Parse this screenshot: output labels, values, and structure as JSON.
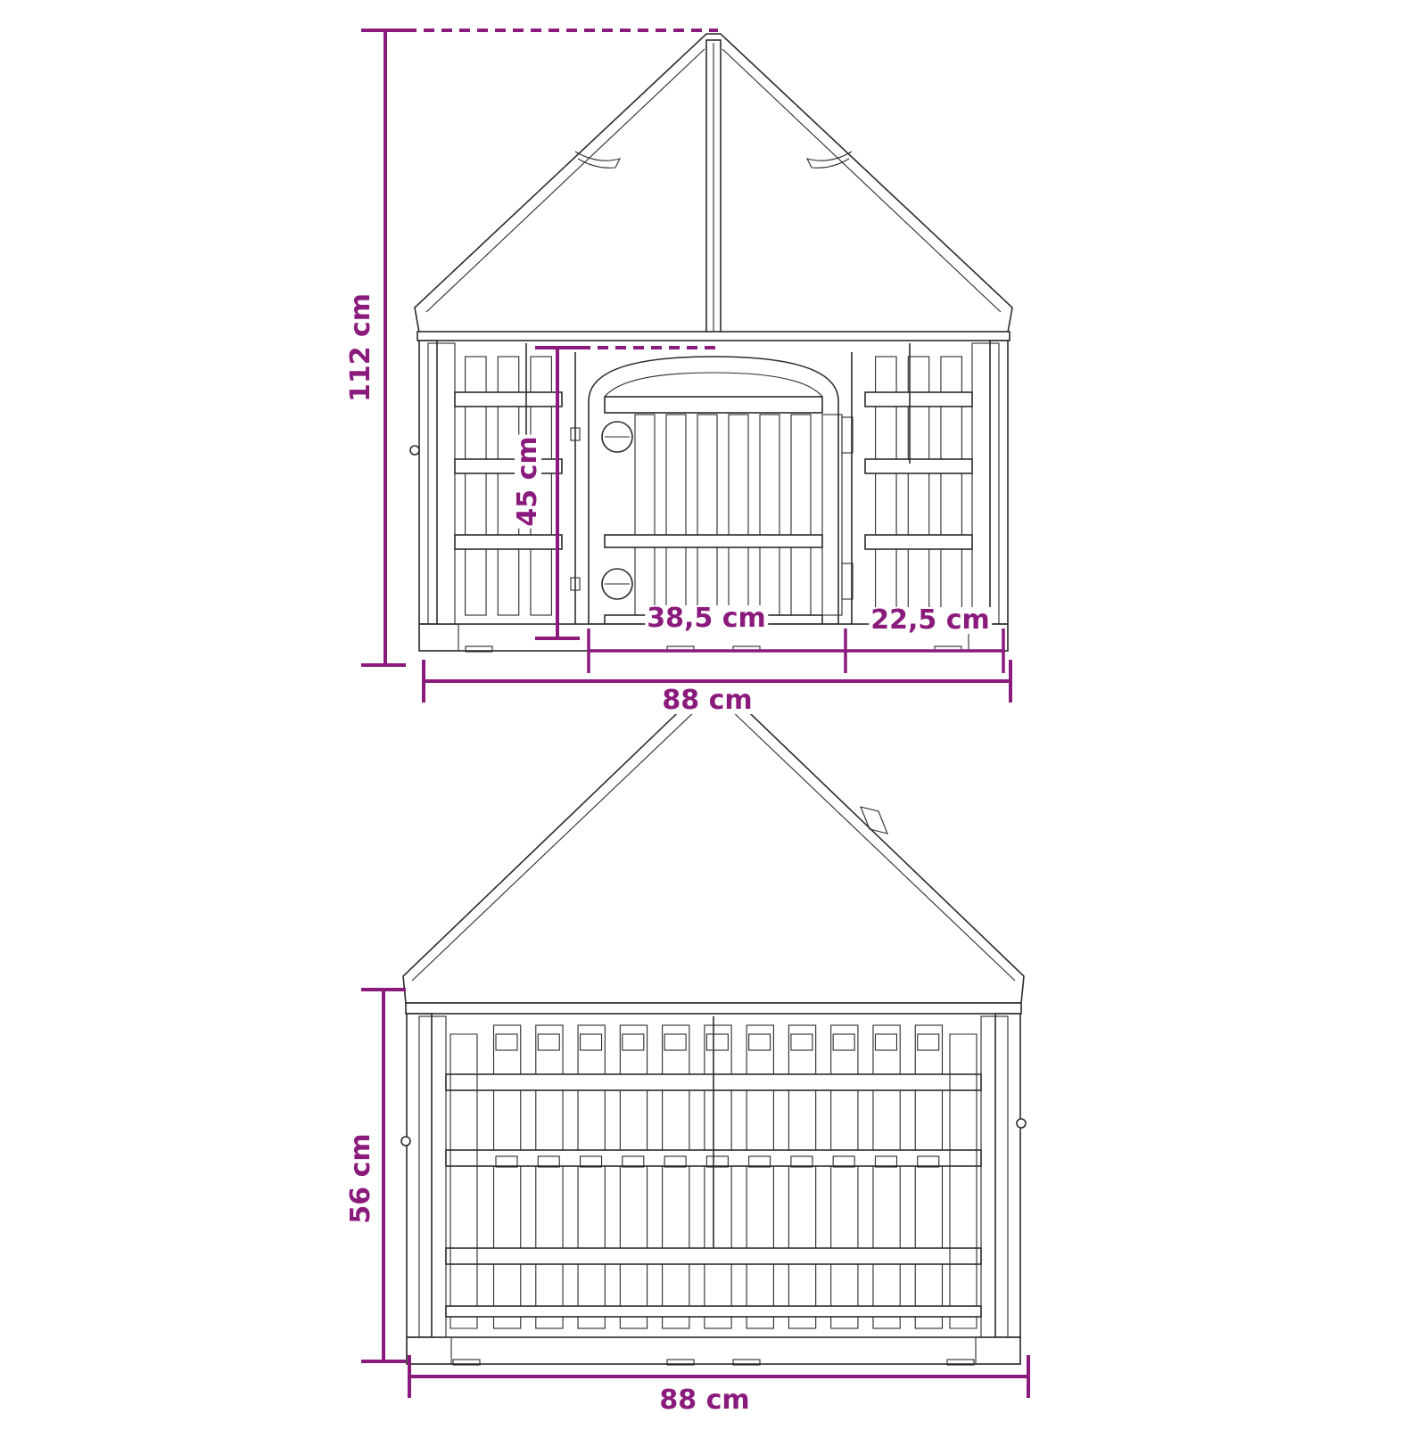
{
  "accent_color": "#8a1a7c",
  "line_color": "#2b2b2b",
  "front_view": {
    "height_label": "112 cm",
    "door_height_label": "45 cm",
    "door_width_label": "38,5 cm",
    "side_width_label": "22,5 cm",
    "total_width_label": "88 cm"
  },
  "side_view": {
    "height_label": "56 cm",
    "total_width_label": "88 cm"
  }
}
